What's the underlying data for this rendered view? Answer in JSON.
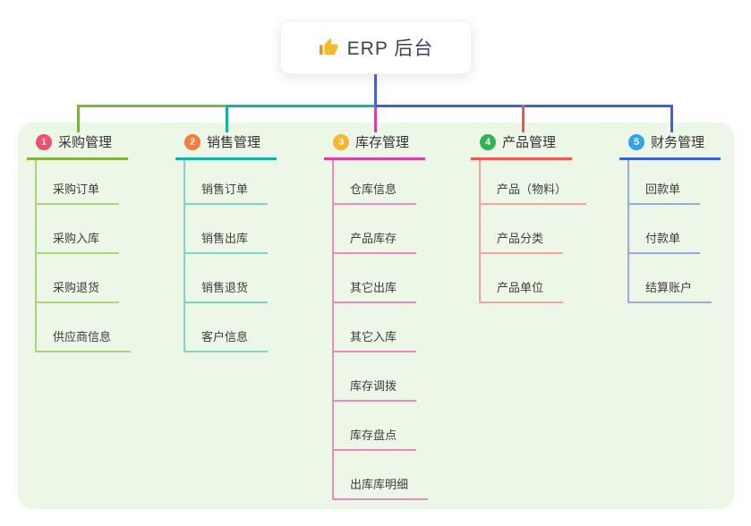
{
  "root": {
    "label": "ERP 后台",
    "icon": "thumbs-up-icon"
  },
  "colors": {
    "panel_bg": "#ecf7e8",
    "root_line": "#4a5fd4",
    "root_icon": "#f5b92a",
    "root_icon_dark": "#e09b20"
  },
  "branches": [
    {
      "number": "1",
      "label": "采购管理",
      "colors": {
        "badge": "#f0506e",
        "accent": "#7cb342",
        "light": "#a9d57f"
      },
      "items": [
        "采购订单",
        "采购入库",
        "采购退货",
        "供应商信息"
      ]
    },
    {
      "number": "2",
      "label": "销售管理",
      "colors": {
        "badge": "#f57b3d",
        "accent": "#13b2a1",
        "light": "#7fd5c8"
      },
      "items": [
        "销售订单",
        "销售出库",
        "销售退货",
        "客户信息"
      ]
    },
    {
      "number": "3",
      "label": "库存管理",
      "colors": {
        "badge": "#f8b62d",
        "accent": "#dd3f9e",
        "light": "#ef8ac0"
      },
      "items": [
        "仓库信息",
        "产品库存",
        "其它出库",
        "其它入库",
        "库存调拨",
        "库存盘点",
        "出库库明细"
      ]
    },
    {
      "number": "4",
      "label": "产品管理",
      "colors": {
        "badge": "#2fb457",
        "accent": "#f4544e",
        "light": "#f8a39d"
      },
      "items": [
        "产品（物料）",
        "产品分类",
        "产品单位"
      ]
    },
    {
      "number": "5",
      "label": "财务管理",
      "colors": {
        "badge": "#32a5e7",
        "accent": "#3d62d9",
        "light": "#96a9e6"
      },
      "items": [
        "回款单",
        "付款单",
        "结算账户"
      ]
    }
  ]
}
